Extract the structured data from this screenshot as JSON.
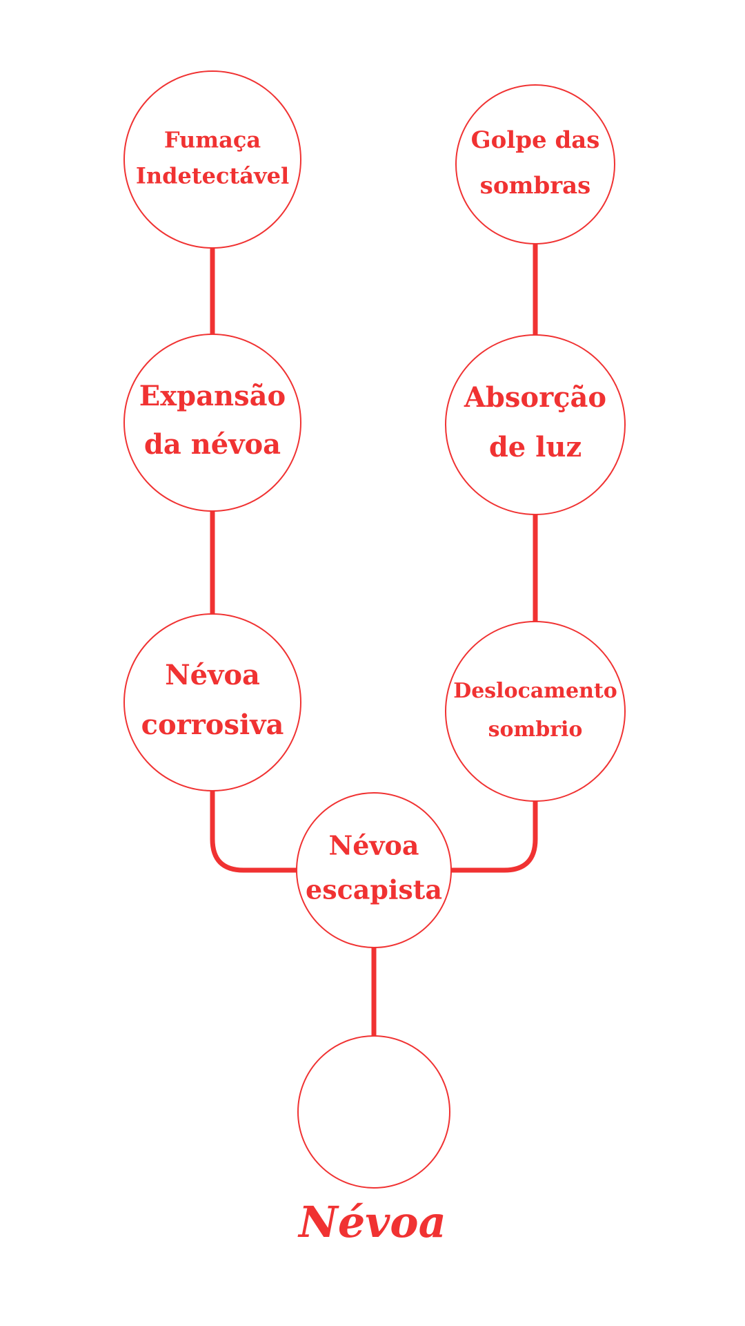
{
  "colors": {
    "accent": "#f03232",
    "node_fill": "#ffffff",
    "background": "#ffffff"
  },
  "title": "Névoa",
  "nodes": {
    "fumaca": [
      "Fumaça",
      "Indetectável"
    ],
    "expansao": [
      "Expansão",
      "da névoa"
    ],
    "corrosiva": [
      "Névoa",
      "corrosiva"
    ],
    "golpe": [
      "Golpe das",
      "sombras"
    ],
    "absorcao": [
      "Absorção",
      "de luz"
    ],
    "deslocamento": [
      "Deslocamento",
      "sombrio"
    ],
    "escapista": [
      "Névoa",
      "escapista"
    ],
    "root": []
  }
}
